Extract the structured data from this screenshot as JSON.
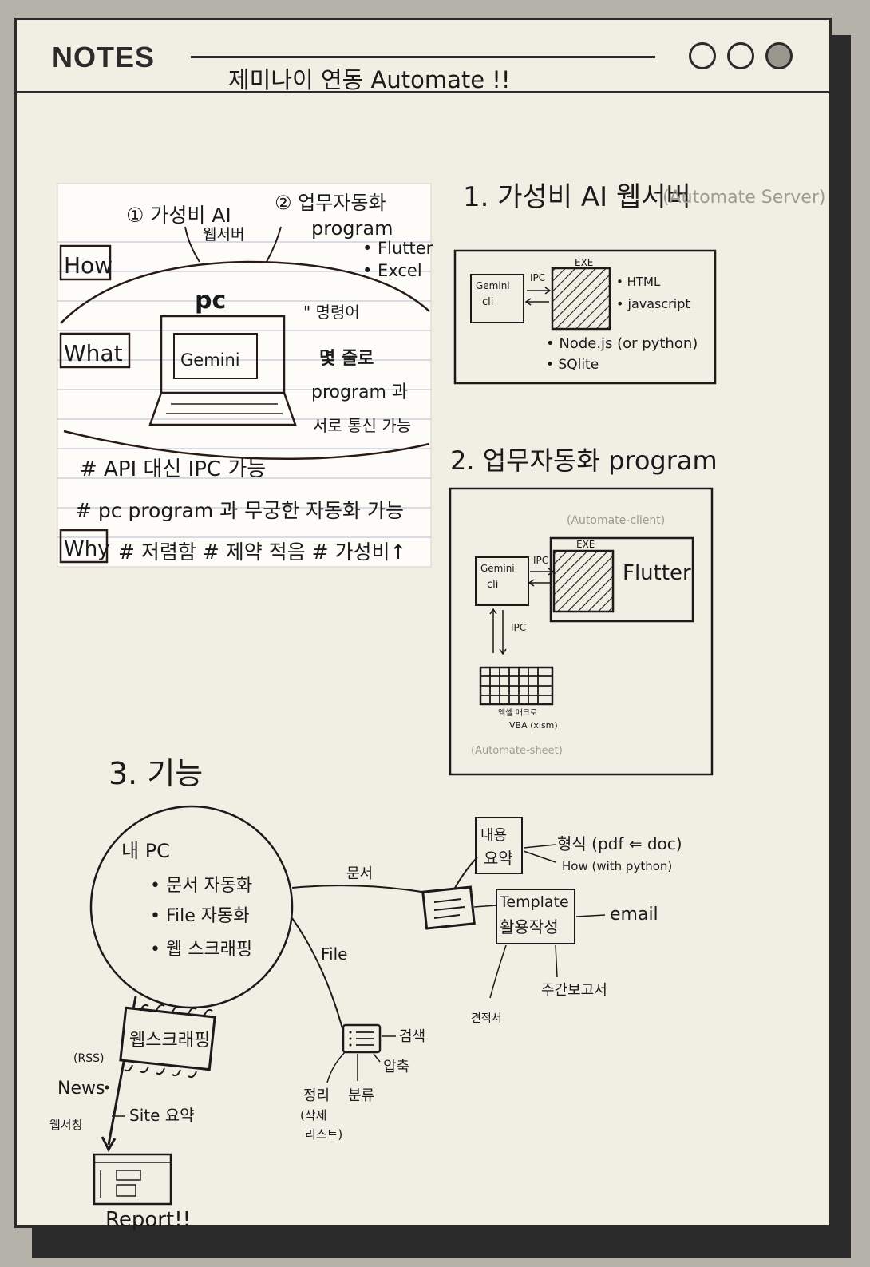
{
  "header": {
    "title": "NOTES",
    "subtitle": "제미나이 연동 Automate !!"
  },
  "photo": {
    "item1": "① 가성비 AI",
    "item1_sub": "웹서버",
    "item2": "② 업무자동화",
    "item2_sub": "program",
    "bullets": [
      "• Flutter",
      "• Excel"
    ],
    "tag_how": "How",
    "tag_what": "What",
    "tag_why": "Why",
    "pc_label": "pc",
    "gemini": "Gemini",
    "note_lines": [
      "\" 명령어",
      "몇 줄로",
      "program 과",
      "서로 통신 가능"
    ],
    "hash1": "# API 대신 IPC 가능",
    "hash2": "# pc program 과 무궁한 자동화 가능",
    "hash3": "# 저렴함  # 제약 적음  # 가성비↑"
  },
  "section1": {
    "title": "1. 가성비 AI 웹서버",
    "subtitle": "(Automate Server)",
    "gemini_cli": [
      "Gemini",
      "cli"
    ],
    "ipc": "IPC",
    "exe": "EXE",
    "bullets": [
      "• HTML",
      "• javascript",
      "• Node.js (or python)",
      "• SQlite"
    ]
  },
  "section2": {
    "title": "2. 업무자동화 program",
    "client_label": "(Automate-client)",
    "exe": "EXE",
    "flutter": "Flutter",
    "gemini_cli": [
      "Gemini",
      "cli"
    ],
    "ipc": "IPC",
    "ipc2": "IPC",
    "excel_label": [
      "엑셀 매크로",
      "VBA (xlsm)"
    ],
    "sheet_label": "(Automate-sheet)"
  },
  "section3": {
    "title": "3. 기능",
    "circle_title": "내 PC",
    "circle_items": [
      "• 문서 자동화",
      "• File 자동화",
      "• 웹 스크래핑"
    ],
    "edge_doc": "문서",
    "edge_file": "File",
    "summary": [
      "내용",
      "요약"
    ],
    "format": "형식 (pdf ⇐ doc)",
    "how": "How (with python)",
    "template": [
      "Template",
      "활용작성"
    ],
    "email": "email",
    "weekly": "주간보고서",
    "estimate": "견적서",
    "search": "검색",
    "compress": "압축",
    "organize": [
      "정리",
      "(삭제",
      "리스트)"
    ],
    "classify": "분류",
    "scraping": "웹스크래핑",
    "rss": "(RSS)",
    "news": "News",
    "websearch": "웹서칭",
    "site_summary": "Site 요약",
    "report": "Report!!"
  }
}
